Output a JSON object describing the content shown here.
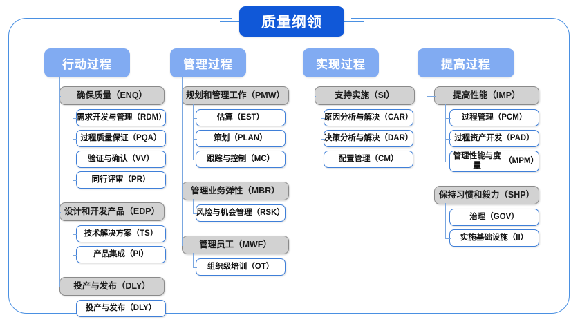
{
  "diagram": {
    "title": "质量纲领",
    "columns": [
      {
        "header": "行动过程",
        "groups": [
          {
            "label": "确保质量（ENQ）",
            "items": [
              "需求开发与管理（RDM）",
              "过程质量保证（PQA）",
              "验证与确认（VV）",
              "同行评审（PR）"
            ]
          },
          {
            "label": "设计和开发产品（EDP）",
            "items": [
              "技术解决方案（TS）",
              "产品集成（PI）"
            ]
          },
          {
            "label": "投产与发布（DLY）",
            "items": [
              "投产与发布（DLY）"
            ]
          }
        ]
      },
      {
        "header": "管理过程",
        "groups": [
          {
            "label": "规划和管理工作（PMW）",
            "items": [
              "估算（EST）",
              "策划（PLAN）",
              "跟踪与控制（MC）"
            ]
          },
          {
            "label": "管理业务弹性（MBR）",
            "items": [
              "风险与机会管理（RSK）"
            ]
          },
          {
            "label": "管理员工（MWF）",
            "items": [
              "组织级培训（OT）"
            ]
          }
        ]
      },
      {
        "header": "实现过程",
        "groups": [
          {
            "label": "支持实施（SI）",
            "items": [
              "原因分析与解决（CAR）",
              "决策分析与解决（DAR）",
              "配置管理（CM）"
            ]
          }
        ]
      },
      {
        "header": "提高过程",
        "groups": [
          {
            "label": "提高性能（IMP）",
            "items": [
              "过程管理（PCM）",
              "过程资产开发（PAD）",
              "管理性能与度量\n（MPM）"
            ]
          },
          {
            "label": "保持习惯和毅力（SHP）",
            "items": [
              "治理（GOV）",
              "实施基础设施（II）"
            ]
          }
        ]
      }
    ],
    "colors": {
      "title_bg": "#1058d8",
      "header_bg": "#81abf2",
      "group_bg": "#d2d2d2",
      "group_border": "#8a8a8a",
      "leaf_border": "#3f7fd8",
      "frame_border": "#4a90e2",
      "connector": "#7aa7e0"
    }
  }
}
